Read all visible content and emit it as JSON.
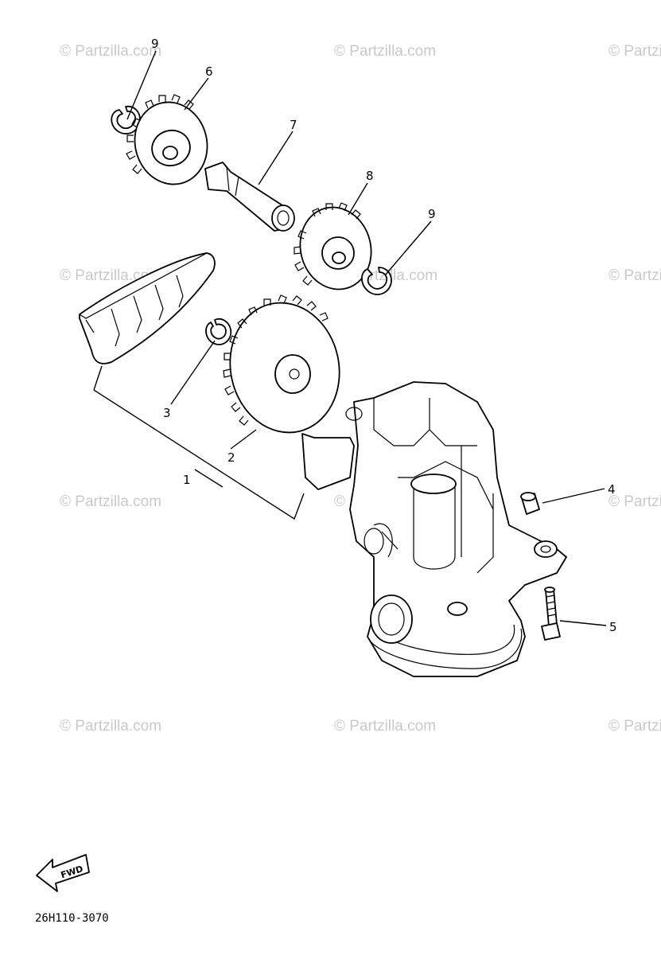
{
  "watermark": "© Partzilla.com",
  "callouts": {
    "c1": "1",
    "c2": "2",
    "c3": "3",
    "c4": "4",
    "c5": "5",
    "c6": "6",
    "c7": "7",
    "c8": "8",
    "c9a": "9",
    "c9b": "9"
  },
  "fwd_label": "FWD",
  "diagram_code": "26H110-3070"
}
